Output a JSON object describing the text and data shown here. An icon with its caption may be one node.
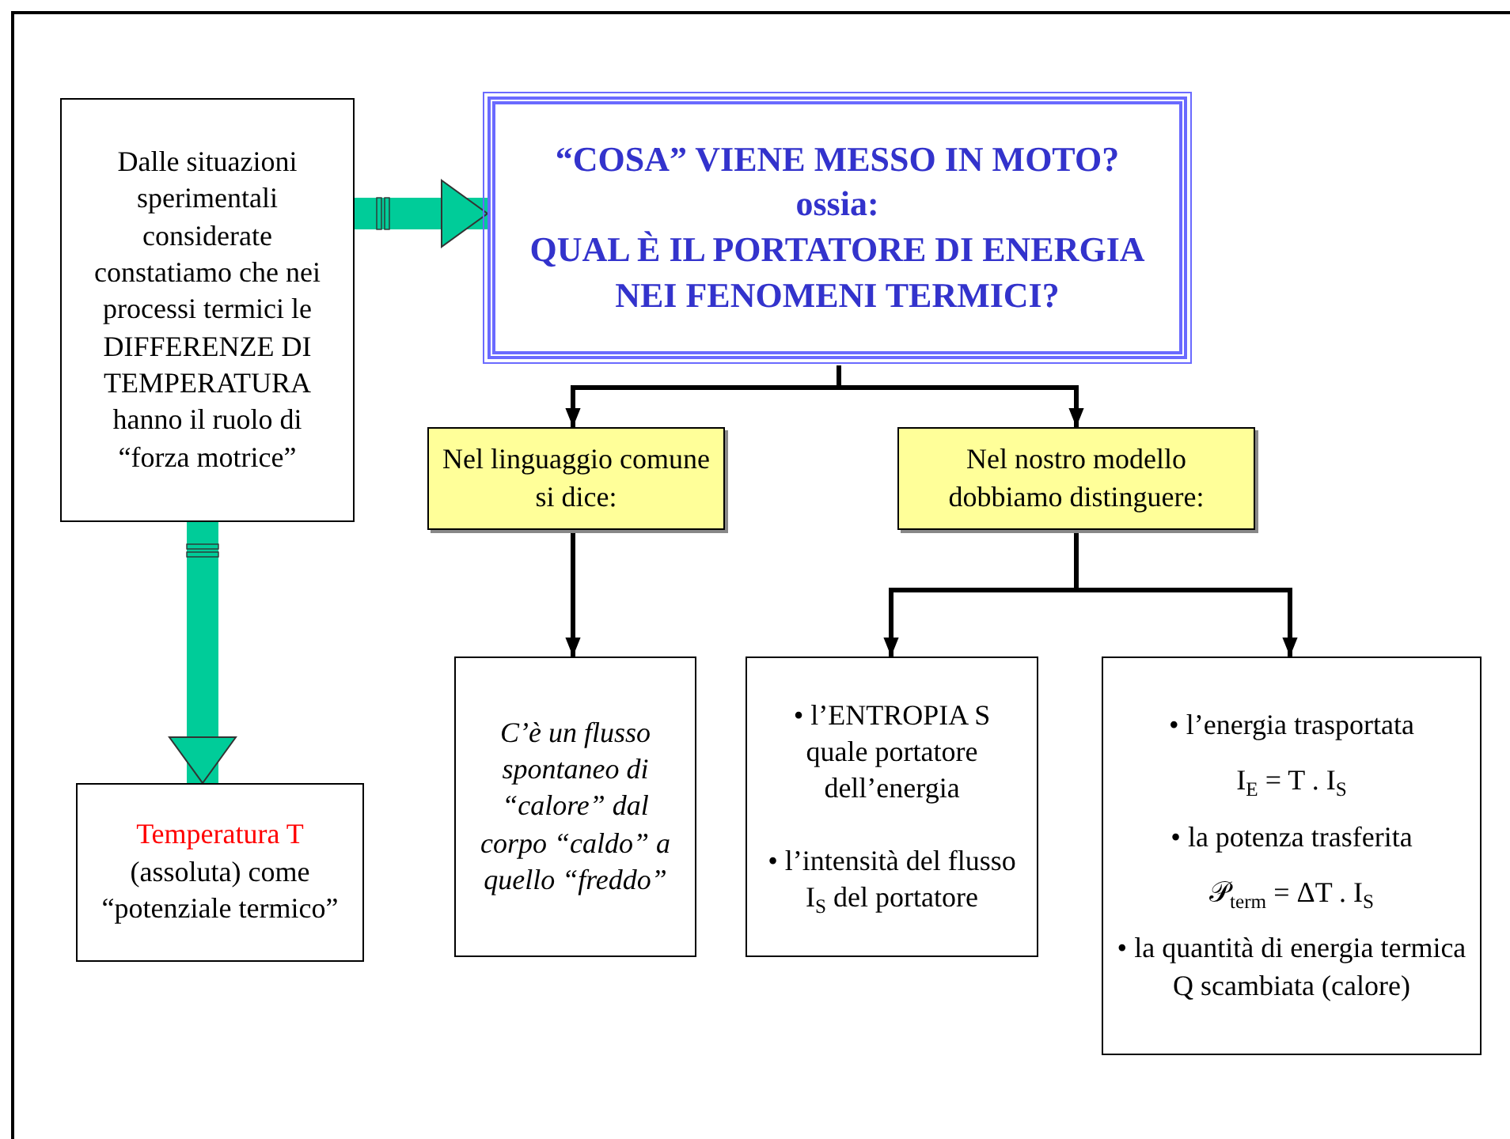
{
  "diagram": {
    "nodes": [
      {
        "text": [
          "Dalle situazioni sperimentali considerate constatiamo che nei processi termici le DIFFERENZE DI TEMPERATURA hanno il ruolo di “forza motrice”"
        ]
      },
      {
        "text": [
          "“COSA”  VIENE MESSO IN MOTO?",
          "ossia:",
          "QUAL È IL PORTATORE DI ENERGIA NEI FENOMENI TERMICI?"
        ]
      },
      {
        "text": [
          "Nel linguaggio comune si dice:"
        ]
      },
      {
        "text": [
          "Nel nostro modello dobbiamo distinguere:"
        ]
      },
      {
        "text": [
          "C’è un flusso spontaneo di “calore” dal corpo “caldo” a quello “freddo”"
        ]
      },
      {
        "text": [
          "• l’ENTROPIA  S quale portatore dell’energia",
          "• l’intensità del flusso I$_{S}$ del portatore"
        ]
      },
      {
        "text": [
          "• l’energia trasportata",
          "I$_{E}$ = T . I$_{S}$",
          "• la potenza trasferita",
          "𝒫$_{term}$ = ΔT . I$_{S}$",
          "• la quantità di energia termica Q scambiata (calore)"
        ]
      },
      {
        "text": [
          "Temperatura T",
          "(assoluta) come “potenziale termico”"
        ]
      }
    ],
    "edges": [
      {
        "from": 0,
        "to": 1,
        "arrow": "to",
        "style": "thick",
        "color": "#00cc99"
      },
      {
        "from": 0,
        "to": 7,
        "arrow": "to",
        "style": "thick",
        "color": "#00cc99"
      },
      {
        "from": 1,
        "to": 2,
        "arrow": "to"
      },
      {
        "from": 1,
        "to": 3,
        "arrow": "to"
      },
      {
        "from": 2,
        "to": 4,
        "arrow": "to"
      },
      {
        "from": 3,
        "to": 5,
        "arrow": "to"
      },
      {
        "from": 3,
        "to": 6,
        "arrow": "to"
      }
    ]
  }
}
